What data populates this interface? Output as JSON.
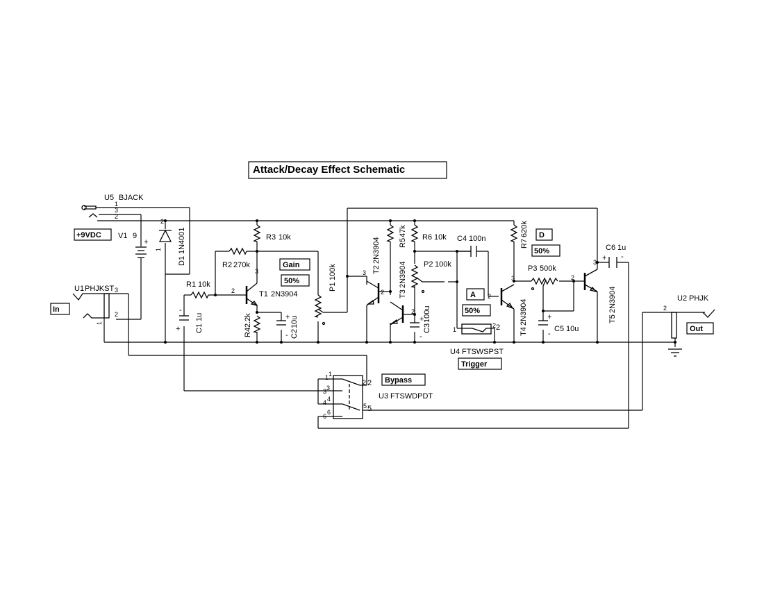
{
  "title": "Attack/Decay Effect Schematic",
  "components": {
    "u5": {
      "ref": "U5",
      "value": "BJACK",
      "pins": [
        "1",
        "3",
        "2"
      ]
    },
    "v1": {
      "ref": "V1",
      "value": "9",
      "plus": "+"
    },
    "supply_label": "+9VDC",
    "d1": {
      "ref": "D1",
      "value": "1N4001",
      "pins": [
        "2",
        "1"
      ]
    },
    "u1": {
      "ref": "U1",
      "value": "PHJKST",
      "pins": [
        "3",
        "2",
        "1"
      ]
    },
    "in_label": "In",
    "r1": {
      "ref": "R1",
      "value": "10k"
    },
    "r2": {
      "ref": "R2",
      "value": "270k"
    },
    "r3": {
      "ref": "R3",
      "value": "10k"
    },
    "r4": {
      "ref": "R4",
      "value": "2.2k"
    },
    "c1": {
      "ref": "C1",
      "value": "1u",
      "plus": "+",
      "minus": "-"
    },
    "c2": {
      "ref": "C2",
      "value": "10u",
      "plus": "+",
      "minus": "-"
    },
    "t1": {
      "ref": "T1",
      "value": "2N3904",
      "pins": [
        "3",
        "2"
      ]
    },
    "gain": {
      "label": "Gain",
      "value": "50%"
    },
    "p1": {
      "ref": "P1",
      "value": "100k"
    },
    "t2": {
      "ref": "T2",
      "value": "2N3904",
      "pins": [
        "3",
        "2"
      ]
    },
    "r5": {
      "ref": "R5",
      "value": "47k"
    },
    "t3": {
      "ref": "T3",
      "value": "2N3904",
      "pins": [
        "2"
      ]
    },
    "r6": {
      "ref": "R6",
      "value": "10k"
    },
    "p2": {
      "ref": "P2",
      "value": "100k"
    },
    "c3": {
      "ref": "C3",
      "value": "100u",
      "plus": "+",
      "minus": "-"
    },
    "c4": {
      "ref": "C4",
      "value": "100n"
    },
    "attack": {
      "label": "A",
      "value": "50%"
    },
    "u4": {
      "ref": "U4",
      "value": "FTSWSPST",
      "pins": [
        "1",
        "2",
        "2"
      ]
    },
    "trigger_label": "Trigger",
    "r7": {
      "ref": "R7",
      "value": "620k"
    },
    "decay": {
      "label": "D",
      "value": "50%"
    },
    "p3": {
      "ref": "P3",
      "value": "500k"
    },
    "t4": {
      "ref": "T4",
      "value": "2N3904",
      "pins": [
        "3",
        "2"
      ]
    },
    "c5": {
      "ref": "C5",
      "value": "10u",
      "plus": "+",
      "minus": "-"
    },
    "t5": {
      "ref": "T5",
      "value": "2N3904",
      "pins": [
        "2",
        "3"
      ]
    },
    "c6": {
      "ref": "C6",
      "value": "1u",
      "plus": "+",
      "minus": "-"
    },
    "u2": {
      "ref": "U2",
      "value": "PHJK",
      "pins": [
        "2"
      ]
    },
    "out_label": "Out",
    "u3": {
      "ref": "U3",
      "value": "FTSWDPDT",
      "pins": [
        "1",
        "1",
        "3",
        "3",
        "4",
        "4",
        "6",
        "6",
        "2",
        "2",
        "5",
        "5"
      ]
    },
    "bypass_label": "Bypass"
  }
}
